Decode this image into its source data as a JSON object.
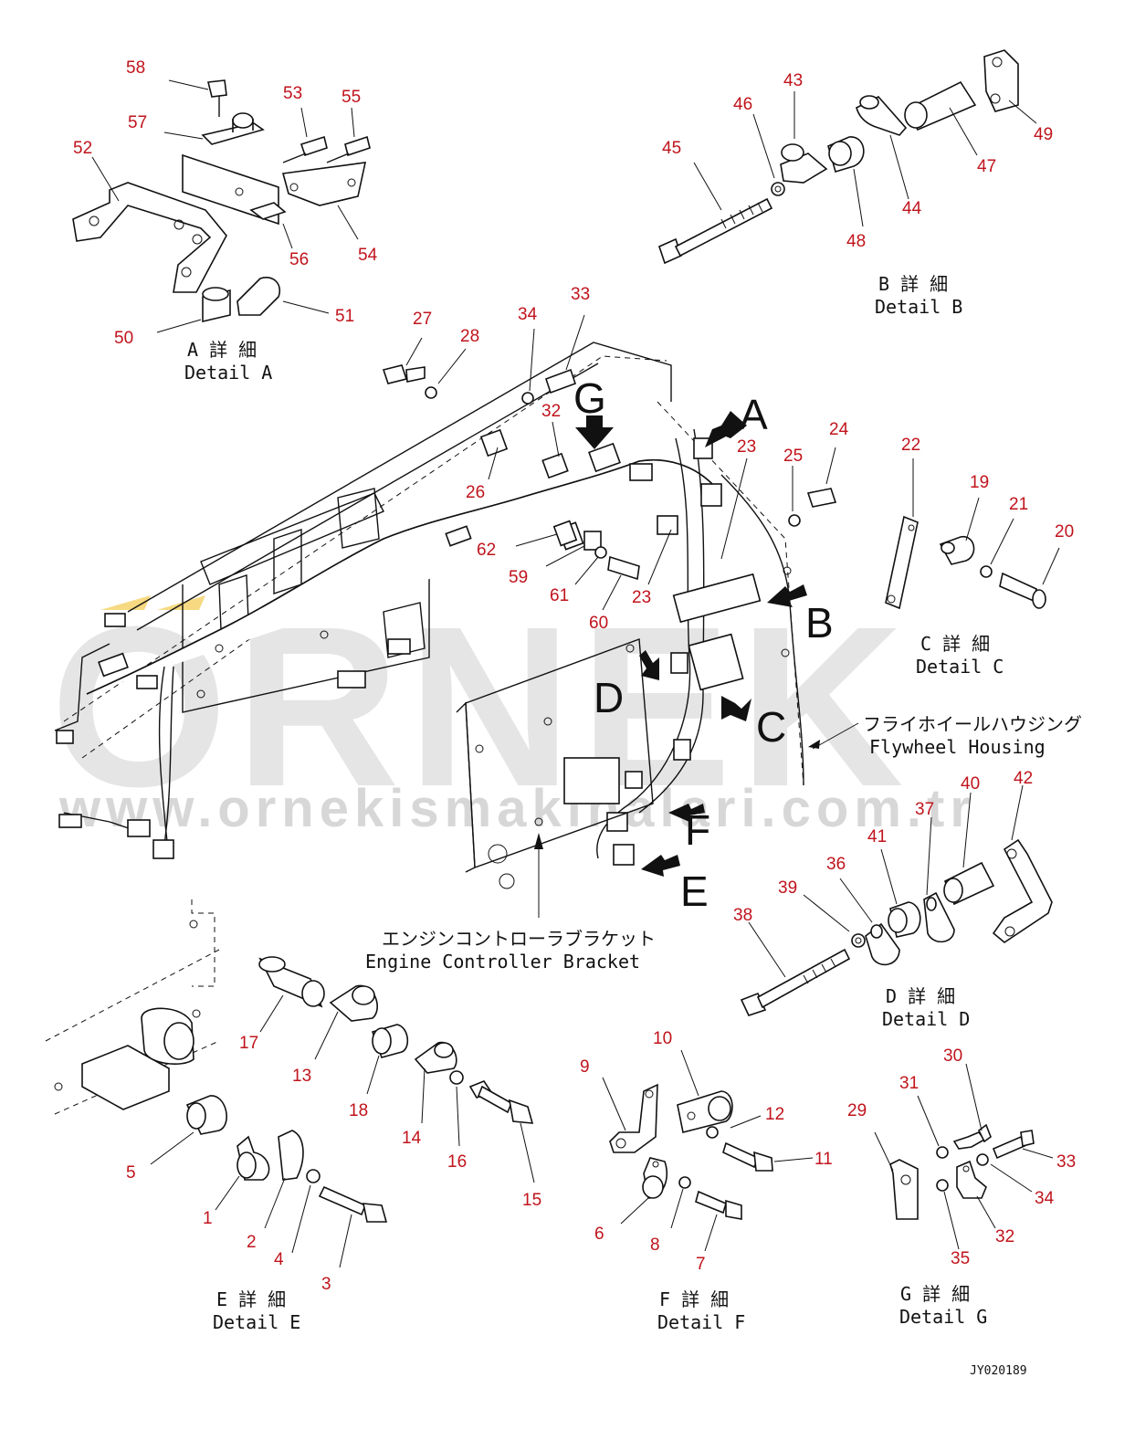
{
  "colors": {
    "callout": "#c0141c",
    "line": "#111111",
    "watermark": "#cfcfcf",
    "watermark_accent": "#f2c94c"
  },
  "watermark": {
    "brand": "ORNEK",
    "url": "www.ornekismakinalari.com.tr"
  },
  "drawing_code": "JY020189",
  "views": {
    "A": {
      "jp": "A 詳 細",
      "en": "Detail A"
    },
    "B": {
      "jp": "B 詳 細",
      "en": "Detail B"
    },
    "C": {
      "jp": "C 詳 細",
      "en": "Detail C"
    },
    "D": {
      "jp": "D 詳 細",
      "en": "Detail D"
    },
    "E": {
      "jp": "E 詳 細",
      "en": "Detail E"
    },
    "F": {
      "jp": "F 詳 細",
      "en": "Detail F"
    },
    "G": {
      "jp": "G 詳 細",
      "en": "Detail G"
    }
  },
  "annotations": {
    "flywheel": {
      "jp": "フライホイールハウジング",
      "en": "Flywheel Housing"
    },
    "controller": {
      "jp": "エンジンコントローラブラケット",
      "en": "Engine Controller Bracket"
    }
  },
  "arrow_letters": {
    "A": "A",
    "B": "B",
    "C": "C",
    "D": "D",
    "E": "E",
    "F": "F",
    "G": "G"
  },
  "callouts": {
    "n58": "58",
    "n53": "53",
    "n55": "55",
    "n57": "57",
    "n52": "52",
    "n56": "56",
    "n54": "54",
    "n50": "50",
    "n51": "51",
    "n43": "43",
    "n46": "46",
    "n45": "45",
    "n44": "44",
    "n48": "48",
    "n47": "47",
    "n49": "49",
    "n27": "27",
    "n28": "28",
    "n34a": "34",
    "n33a": "33",
    "n32a": "32",
    "n26": "26",
    "n23a": "23",
    "n25": "25",
    "n24": "24",
    "n62": "62",
    "n59": "59",
    "n61": "61",
    "n60": "60",
    "n23b": "23",
    "n22": "22",
    "n19": "19",
    "n21": "21",
    "n20": "20",
    "n40": "40",
    "n42": "42",
    "n37": "37",
    "n41": "41",
    "n36": "36",
    "n39": "39",
    "n38": "38",
    "n17": "17",
    "n13": "13",
    "n18": "18",
    "n14": "14",
    "n16": "16",
    "n15": "15",
    "n5": "5",
    "n1": "1",
    "n2": "2",
    "n4": "4",
    "n3": "3",
    "n9": "9",
    "n10": "10",
    "n12": "12",
    "n11": "11",
    "n6": "6",
    "n8": "8",
    "n7": "7",
    "n30": "30",
    "n31": "31",
    "n29": "29",
    "n33b": "33",
    "n34b": "34",
    "n32b": "32",
    "n35": "35"
  }
}
